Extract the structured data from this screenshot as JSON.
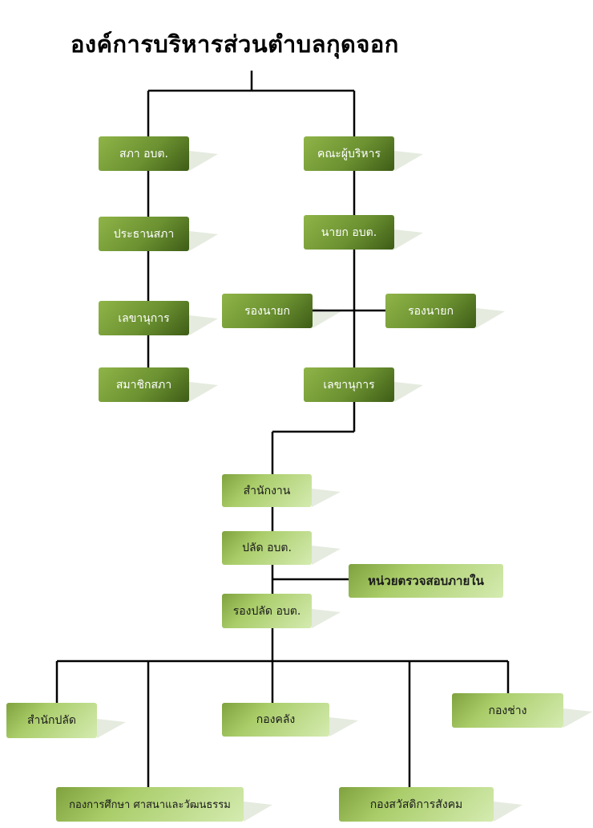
{
  "title": "องค์การบริหารส่วนตำบลกุดจอก",
  "nodes": {
    "sapha": "สภา อบต.",
    "khana_phoobriharn": "คณะผู้บริหาร",
    "prathan_sapha": "ประธานสภา",
    "nayok": "นายก อบต.",
    "lekhanukan_sapha": "เลขานุการ",
    "rong_nayok_1": "รองนายก",
    "rong_nayok_2": "รองนายก",
    "samachik_sapha": "สมาชิกสภา",
    "lekhanukan_nayok": "เลขานุการ",
    "samnakngan": "สำนักงาน",
    "palad": "ปลัด อบต.",
    "nuay_truat": "หน่วยตรวจสอบภายใน",
    "rong_palad": "รองปลัด อบต.",
    "samnak_palad": "สำนักปลัด",
    "kong_khlang": "กองคลัง",
    "kong_chang": "กองช่าง",
    "kong_suksa": "กองการศึกษา ศาสนาและวัฒนธรรม",
    "kong_sawatdikan": "กองสวัสดิการสังคม"
  },
  "colors": {
    "dark_box_top": "#8fb448",
    "dark_box_bottom": "#3e5c16",
    "light_box_top": "#7fa23e",
    "light_box_bottom": "#d4ebb0",
    "connector": "#000000",
    "shadow": "#e5ebdf"
  }
}
